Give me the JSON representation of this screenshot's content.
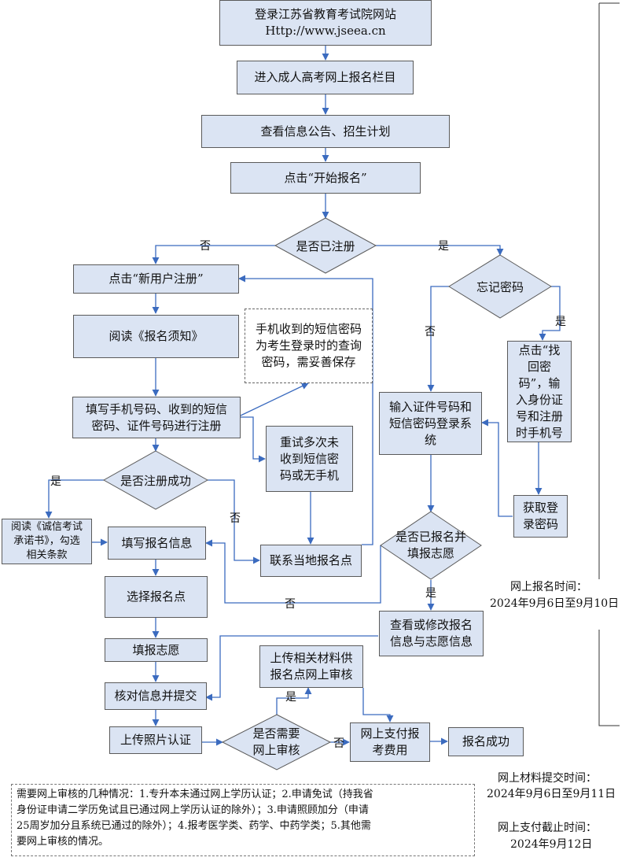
{
  "colors": {
    "box_fill": "#dbe4f3",
    "arrow": "#3b6bbf",
    "outline": "#5a5a5a"
  },
  "steps": {
    "login": "登录江苏省教育考试院网站\nHttp://www.jseea.cn",
    "enter_column": "进入成人高考网上报名栏目",
    "view_notice": "查看信息公告、招生计划",
    "click_start": "点击“开始报名”",
    "click_new_user": "点击“新用户注册”",
    "read_notice": "阅读《报名须知》",
    "fill_phone": "填写手机号码、收到的短信\n密码、证件号码进行注册",
    "retry_sms": "重试多次未\n收到短信密\n码或无手机",
    "contact_local": "联系当地报名点",
    "read_pledge": "阅读《诚信考试\n承诺书》，勾选\n相关条款",
    "fill_info": "填写报名信息",
    "choose_point": "选择报名点",
    "fill_wish": "填报志愿",
    "verify_submit": "核对信息并提交",
    "upload_photo": "上传照片认证",
    "upload_materials": "上传相关材料供\n报名点网上审核",
    "pay_fee": "网上支付报\n考费用",
    "success": "报名成功",
    "input_id": "输入证件号码和\n短信密码登录系\n统",
    "find_password": "点击“找\n回密\n码”，输\n入身份证\n号和注册\n时手机号",
    "get_password": "获取登\n录密码",
    "view_modify": "查看或修改报名\n信息与志愿信息"
  },
  "decisions": {
    "registered": "是否已注册",
    "forgot": "忘记密码",
    "reg_success": "是否注册成功",
    "applied": "是否已报名并\n填报志愿",
    "need_review": "是否需要\n网上审核"
  },
  "labels": {
    "no": "否",
    "yes": "是"
  },
  "notes": {
    "sms_note": "手机收到的短信密码\n为考生登录时的查询\n密码，需妥善保存",
    "review_cases": "需要网上审核的几种情况：1.专升本未通过网上学历认证；2.申请免试（持我省\n身份证申请二学历免试且已通过网上学历认证的除外）；3.申请照顾加分（申请\n25周岁加分且系统已通过的除外）；4.报考医学类、药学、中药学类；5.其他需\n要网上审核的情况。"
  },
  "timeline": {
    "reg_time_label": "网上报名时间：",
    "reg_time_value": "2024年9月6日至9月10日",
    "material_time_label": "网上材料提交时间：",
    "material_time_value": "2024年9月6日至9月11日",
    "pay_deadline_label": "网上支付截止时间：",
    "pay_deadline_value": "2024年9月12日"
  }
}
